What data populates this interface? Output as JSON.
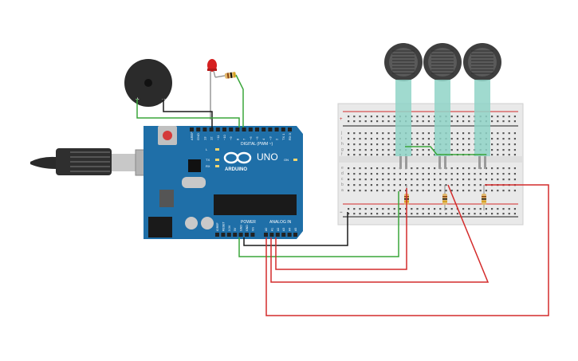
{
  "arduino": {
    "logo_text": "ARDUINO",
    "model_label": "UNO",
    "digital_label": "DIGITAL (PWM ~)",
    "power_label": "POWER",
    "analog_label": "ANALOG IN",
    "analog_pins": [
      "A0",
      "A1",
      "A2",
      "A3",
      "A4",
      "A5"
    ],
    "power_pins": [
      "IOREF",
      "RESET",
      "3.3V",
      "5V",
      "GND",
      "GND",
      "Vin"
    ],
    "digital_pins": [
      "AREF",
      "GND",
      "13",
      "12",
      "~11",
      "~10",
      "~9",
      "8",
      "7",
      "~6",
      "~5",
      "4",
      "~3",
      "2",
      "TX 1",
      "RX 0"
    ],
    "led_labels": [
      "L",
      "TX",
      "RX",
      "ON"
    ]
  },
  "buzzer": {
    "plus_label": "+",
    "minus_label": "−"
  },
  "breadboard": {
    "row_letters_top": [
      "j",
      "i",
      "h",
      "g",
      "f"
    ],
    "row_letters_bottom": [
      "e",
      "d",
      "c",
      "b",
      "a"
    ],
    "rail_plus": "+",
    "rail_minus": "−"
  },
  "colors": {
    "board": "#1f6fa8",
    "wire_red": "#d42b2b",
    "wire_green": "#3aa53a",
    "wire_black": "#1a1a1a",
    "sensor_pad": "#4a4a4a",
    "sensor_lead": "#8fd4c7"
  },
  "components": {
    "force_sensors": 3,
    "resistors": 4,
    "led": 1,
    "buzzer": 1
  }
}
